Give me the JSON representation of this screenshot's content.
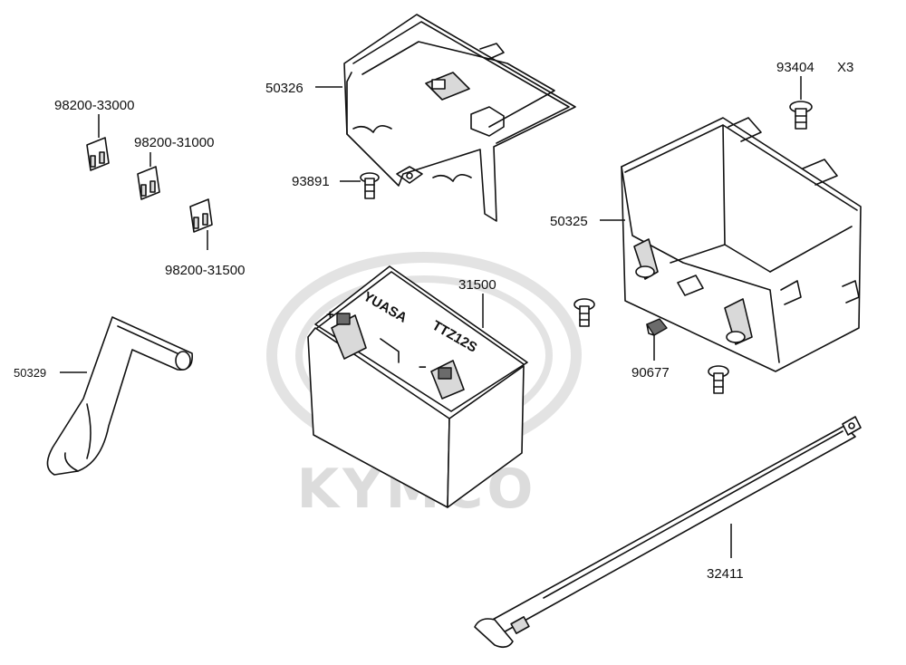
{
  "watermark": {
    "brand": "KYMCO"
  },
  "battery": {
    "brand_text": "YUASA",
    "model_text": "TTZ12S",
    "plus": "+",
    "minus": "−"
  },
  "labels": {
    "p50326": "50326",
    "p93891": "93891",
    "p93404": "93404",
    "qty93404": "X3",
    "p50325": "50325",
    "p98200_33000": "98200-33000",
    "p98200_31000": "98200-31000",
    "p98200_31500": "98200-31500",
    "p31500": "31500",
    "p50329": "50329",
    "p90677": "90677",
    "p32411": "32411"
  }
}
